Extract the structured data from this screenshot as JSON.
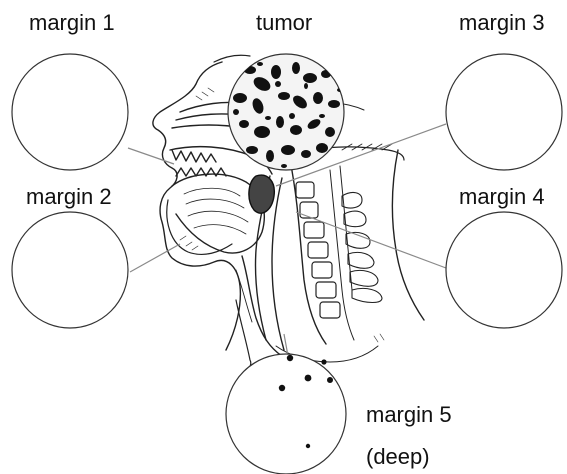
{
  "labels": {
    "margin1": "margin 1",
    "tumor": "tumor",
    "margin3": "margin 3",
    "margin2": "margin 2",
    "margin4": "margin 4",
    "margin5": "margin 5",
    "deep": "(deep)"
  },
  "colors": {
    "ink": "#111111",
    "leader_line": "#8a8a8a",
    "circle_stroke": "#333333",
    "background": "#ffffff"
  }
}
